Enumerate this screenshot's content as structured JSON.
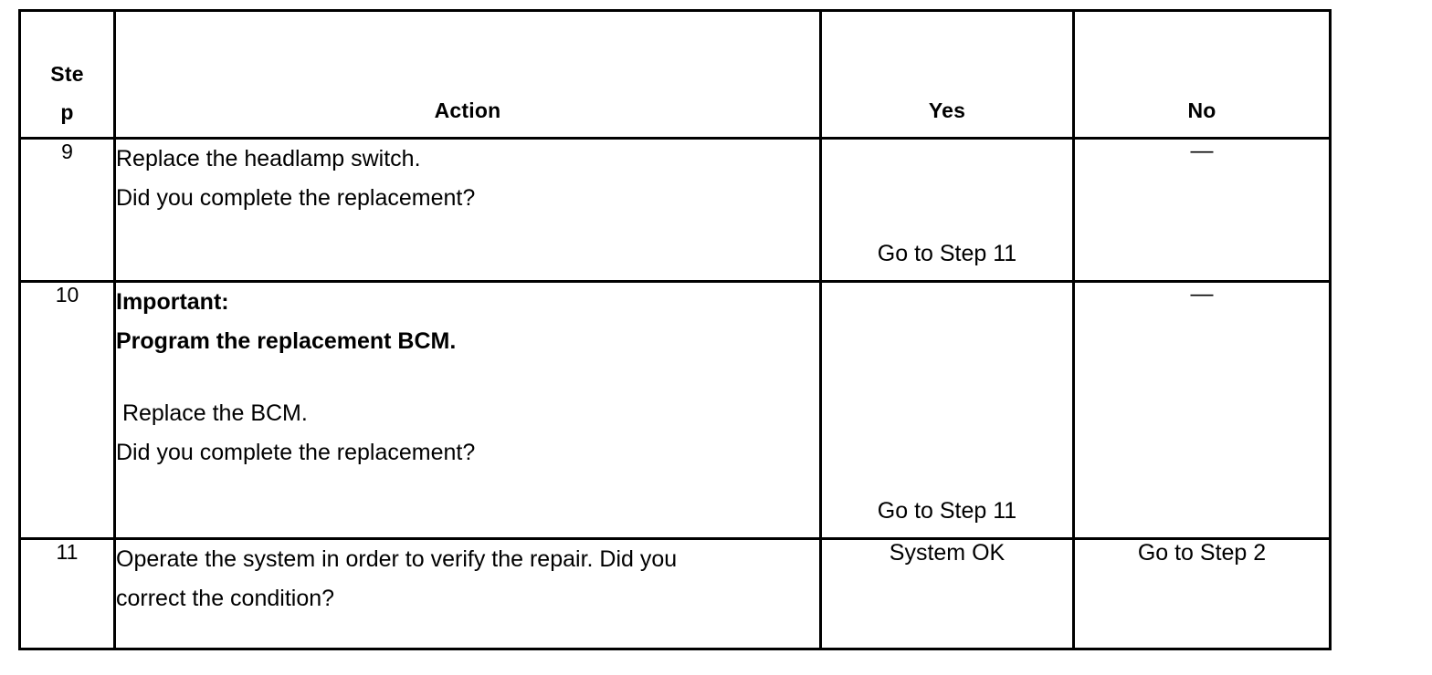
{
  "table": {
    "columns": [
      {
        "key": "step",
        "label": "Step"
      },
      {
        "key": "action",
        "label": "Action"
      },
      {
        "key": "yes",
        "label": "Yes"
      },
      {
        "key": "no",
        "label": "No"
      }
    ],
    "header": {
      "step": "Step",
      "action": "Action",
      "yes": "Yes",
      "no": "No"
    },
    "rows": [
      {
        "step": "9",
        "action_lines": [
          {
            "text": "Replace the headlamp switch.",
            "bold": false
          },
          {
            "text": "Did you complete the replacement?",
            "bold": false
          }
        ],
        "yes": "Go to Step 11",
        "no": "—"
      },
      {
        "step": "10",
        "action_lines": [
          {
            "text": "Important:",
            "bold": true
          },
          {
            "text": "Program the replacement BCM.",
            "bold": true
          },
          {
            "text": "",
            "bold": false
          },
          {
            "text": " Replace the BCM.",
            "bold": false
          },
          {
            "text": "Did you complete the replacement?",
            "bold": false
          }
        ],
        "yes": "Go to Step 11",
        "no": "—"
      },
      {
        "step": "11",
        "action_lines": [
          {
            "text": "Operate the system in order to verify the repair. Did you",
            "bold": false
          },
          {
            "text": "correct the condition?",
            "bold": false
          }
        ],
        "yes": "System OK",
        "no": "Go to Step 2"
      }
    ]
  },
  "colors": {
    "border": "#000000",
    "text": "#000000",
    "background": "#ffffff"
  }
}
